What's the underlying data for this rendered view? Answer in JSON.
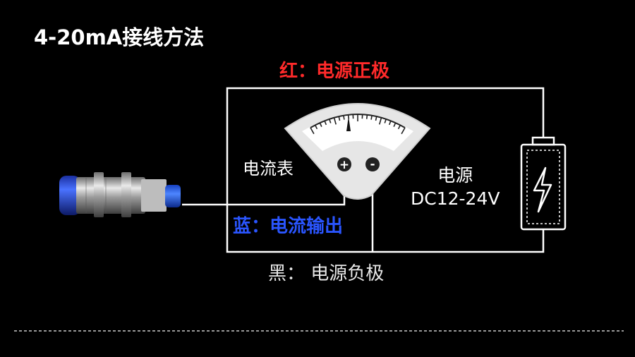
{
  "title": "4-20mA接线方法",
  "wires": {
    "red": {
      "label": "红：电源正极",
      "color": "#ff2a2a"
    },
    "blue": {
      "label": "蓝：电流输出",
      "color": "#2a55ff"
    },
    "black": {
      "label": "黑：  电源负极",
      "color": "#e8e8e8"
    }
  },
  "meter": {
    "label": "电流表",
    "plus": "+",
    "minus": "-"
  },
  "power_supply": {
    "line1": "电源",
    "line2": "DC12-24V"
  }
}
